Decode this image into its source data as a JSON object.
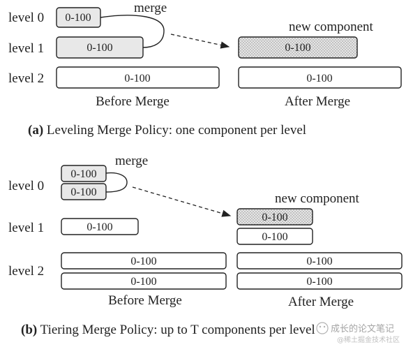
{
  "panel_a": {
    "merge_label": "merge",
    "new_component_label": "new component",
    "levels": [
      "level 0",
      "level 1",
      "level 2"
    ],
    "range": "0-100",
    "before_label": "Before Merge",
    "after_label": "After Merge",
    "caption_bold": "(a)",
    "caption_text": " Leveling Merge Policy: one component per level"
  },
  "panel_b": {
    "merge_label": "merge",
    "new_component_label": "new component",
    "levels": [
      "level 0",
      "level 1",
      "level 2"
    ],
    "range": "0-100",
    "before_label": "Before Merge",
    "after_label": "After Merge",
    "caption_bold": "(b)",
    "caption_text": " Tiering Merge Policy: up to T components per level"
  },
  "watermark": {
    "main": "成长的论文笔记",
    "sub": "@稀土掘金技术社区"
  }
}
